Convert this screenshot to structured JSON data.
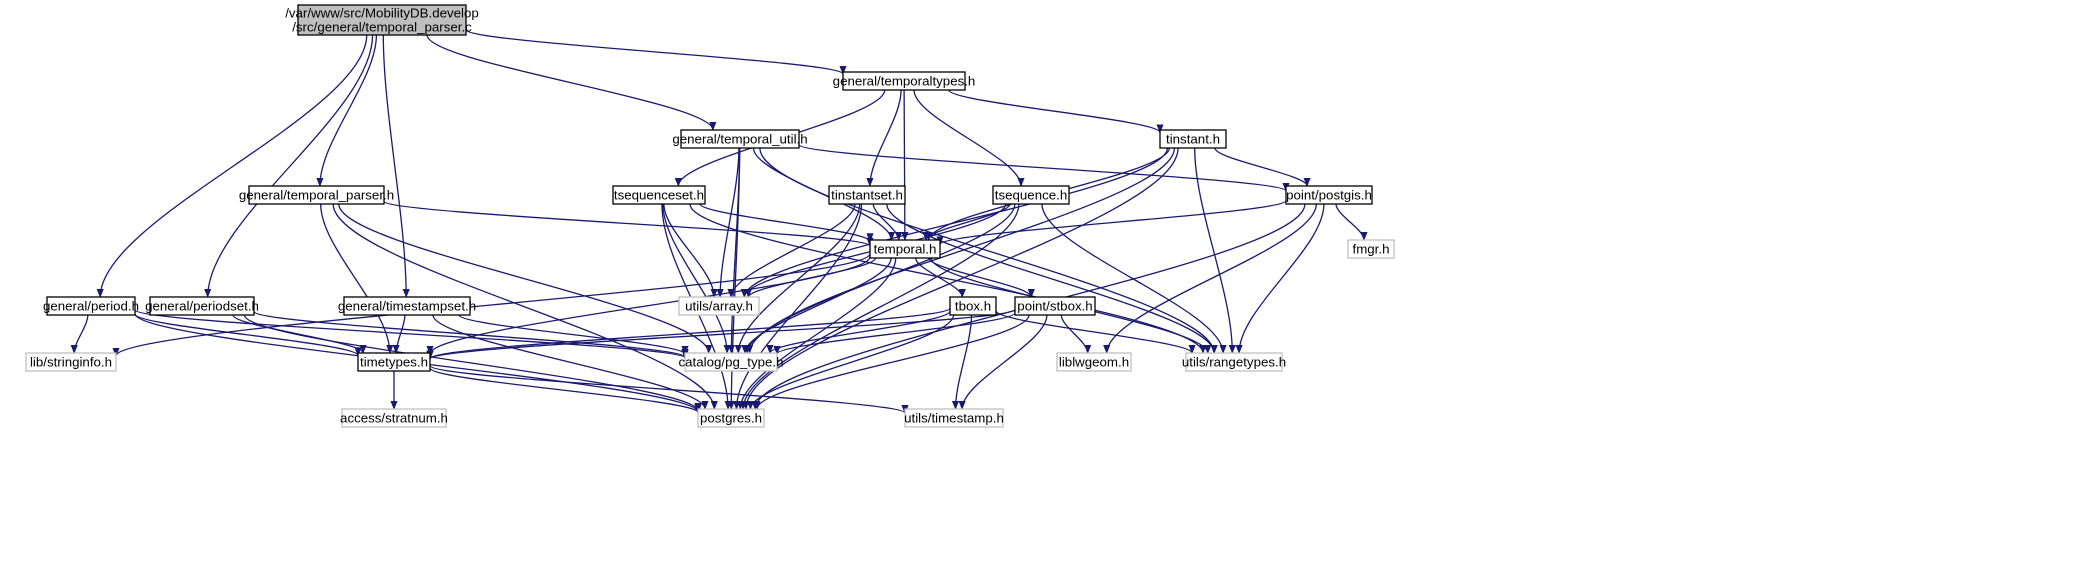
{
  "diagram": {
    "type": "include-dependency-graph",
    "colors": {
      "root_fill": "#bfbfbf",
      "edge": "#191970",
      "external_border": "#bfbfbf",
      "node_border": "#000000"
    },
    "nodes": [
      {
        "id": "root",
        "lines": [
          "/var/www/src/MobilityDB.develop",
          "/src/general/temporal_parser.c"
        ],
        "kind": "root"
      },
      {
        "id": "temporaltypes",
        "lines": [
          "general/temporaltypes.h"
        ],
        "kind": "doc"
      },
      {
        "id": "temporal_util",
        "lines": [
          "general/temporal_util.h"
        ],
        "kind": "doc"
      },
      {
        "id": "tinstant",
        "lines": [
          "tinstant.h"
        ],
        "kind": "doc"
      },
      {
        "id": "temporal_parser_h",
        "lines": [
          "general/temporal_parser.h"
        ],
        "kind": "doc"
      },
      {
        "id": "tsequenceset",
        "lines": [
          "tsequenceset.h"
        ],
        "kind": "doc"
      },
      {
        "id": "tinstantset",
        "lines": [
          "tinstantset.h"
        ],
        "kind": "doc"
      },
      {
        "id": "tsequence",
        "lines": [
          "tsequence.h"
        ],
        "kind": "doc"
      },
      {
        "id": "postgis",
        "lines": [
          "point/postgis.h"
        ],
        "kind": "doc"
      },
      {
        "id": "temporal",
        "lines": [
          "temporal.h"
        ],
        "kind": "doc"
      },
      {
        "id": "fmgr",
        "lines": [
          "fmgr.h"
        ],
        "kind": "ext"
      },
      {
        "id": "period",
        "lines": [
          "general/period.h"
        ],
        "kind": "doc"
      },
      {
        "id": "periodset",
        "lines": [
          "general/periodset.h"
        ],
        "kind": "doc"
      },
      {
        "id": "timestampset",
        "lines": [
          "general/timestampset.h"
        ],
        "kind": "doc"
      },
      {
        "id": "array",
        "lines": [
          "utils/array.h"
        ],
        "kind": "ext"
      },
      {
        "id": "tbox",
        "lines": [
          "tbox.h"
        ],
        "kind": "doc"
      },
      {
        "id": "stbox",
        "lines": [
          "point/stbox.h"
        ],
        "kind": "doc"
      },
      {
        "id": "stringinfo",
        "lines": [
          "lib/stringinfo.h"
        ],
        "kind": "ext"
      },
      {
        "id": "timetypes",
        "lines": [
          "timetypes.h"
        ],
        "kind": "doc"
      },
      {
        "id": "pg_type",
        "lines": [
          "catalog/pg_type.h"
        ],
        "kind": "ext"
      },
      {
        "id": "liblwgeom",
        "lines": [
          "liblwgeom.h"
        ],
        "kind": "ext"
      },
      {
        "id": "rangetypes",
        "lines": [
          "utils/rangetypes.h"
        ],
        "kind": "ext"
      },
      {
        "id": "stratnum",
        "lines": [
          "access/stratnum.h"
        ],
        "kind": "ext"
      },
      {
        "id": "postgres",
        "lines": [
          "postgres.h"
        ],
        "kind": "ext"
      },
      {
        "id": "timestamp",
        "lines": [
          "utils/timestamp.h"
        ],
        "kind": "ext"
      }
    ],
    "edges": [
      [
        "root",
        "temporaltypes"
      ],
      [
        "root",
        "temporal_util"
      ],
      [
        "root",
        "temporal_parser_h"
      ],
      [
        "root",
        "period"
      ],
      [
        "root",
        "periodset"
      ],
      [
        "root",
        "timestampset"
      ],
      [
        "temporaltypes",
        "tsequenceset"
      ],
      [
        "temporaltypes",
        "tinstantset"
      ],
      [
        "temporaltypes",
        "temporal"
      ],
      [
        "temporaltypes",
        "tsequence"
      ],
      [
        "temporaltypes",
        "tinstant"
      ],
      [
        "temporal_util",
        "pg_type"
      ],
      [
        "temporal_util",
        "postgres"
      ],
      [
        "temporal_util",
        "array"
      ],
      [
        "temporal_util",
        "temporal"
      ],
      [
        "temporal_util",
        "rangetypes"
      ],
      [
        "temporal_util",
        "postgis"
      ],
      [
        "tinstant",
        "array"
      ],
      [
        "tinstant",
        "pg_type"
      ],
      [
        "tinstant",
        "temporal"
      ],
      [
        "tinstant",
        "postgis"
      ],
      [
        "tinstant",
        "rangetypes"
      ],
      [
        "tinstant",
        "postgres"
      ],
      [
        "temporal_parser_h",
        "postgres"
      ],
      [
        "temporal_parser_h",
        "timetypes"
      ],
      [
        "temporal_parser_h",
        "pg_type"
      ],
      [
        "temporal_parser_h",
        "temporal"
      ],
      [
        "tsequenceset",
        "array"
      ],
      [
        "tsequenceset",
        "pg_type"
      ],
      [
        "tsequenceset",
        "postgres"
      ],
      [
        "tsequenceset",
        "temporal"
      ],
      [
        "tsequenceset",
        "rangetypes"
      ],
      [
        "tinstantset",
        "array"
      ],
      [
        "tinstantset",
        "pg_type"
      ],
      [
        "tinstantset",
        "temporal"
      ],
      [
        "tinstantset",
        "postgres"
      ],
      [
        "tinstantset",
        "rangetypes"
      ],
      [
        "tsequence",
        "temporal"
      ],
      [
        "tsequence",
        "array"
      ],
      [
        "tsequence",
        "pg_type"
      ],
      [
        "tsequence",
        "rangetypes"
      ],
      [
        "tsequence",
        "postgres"
      ],
      [
        "postgis",
        "temporal"
      ],
      [
        "postgis",
        "fmgr"
      ],
      [
        "postgis",
        "liblwgeom"
      ],
      [
        "postgis",
        "rangetypes"
      ],
      [
        "postgis",
        "postgres"
      ],
      [
        "temporal",
        "stringinfo"
      ],
      [
        "temporal",
        "timetypes"
      ],
      [
        "temporal",
        "array"
      ],
      [
        "temporal",
        "pg_type"
      ],
      [
        "temporal",
        "postgres"
      ],
      [
        "temporal",
        "tbox"
      ],
      [
        "temporal",
        "stbox"
      ],
      [
        "temporal",
        "rangetypes"
      ],
      [
        "period",
        "stringinfo"
      ],
      [
        "period",
        "timetypes"
      ],
      [
        "period",
        "pg_type"
      ],
      [
        "period",
        "postgres"
      ],
      [
        "periodset",
        "timetypes"
      ],
      [
        "periodset",
        "pg_type"
      ],
      [
        "periodset",
        "postgres"
      ],
      [
        "timestampset",
        "timetypes"
      ],
      [
        "timestampset",
        "pg_type"
      ],
      [
        "timestampset",
        "postgres"
      ],
      [
        "tbox",
        "timetypes"
      ],
      [
        "tbox",
        "pg_type"
      ],
      [
        "tbox",
        "postgres"
      ],
      [
        "tbox",
        "timestamp"
      ],
      [
        "tbox",
        "rangetypes"
      ],
      [
        "stbox",
        "timetypes"
      ],
      [
        "stbox",
        "pg_type"
      ],
      [
        "stbox",
        "liblwgeom"
      ],
      [
        "stbox",
        "postgres"
      ],
      [
        "stbox",
        "timestamp"
      ],
      [
        "timetypes",
        "stratnum"
      ],
      [
        "timetypes",
        "postgres"
      ],
      [
        "timetypes",
        "timestamp"
      ]
    ]
  }
}
